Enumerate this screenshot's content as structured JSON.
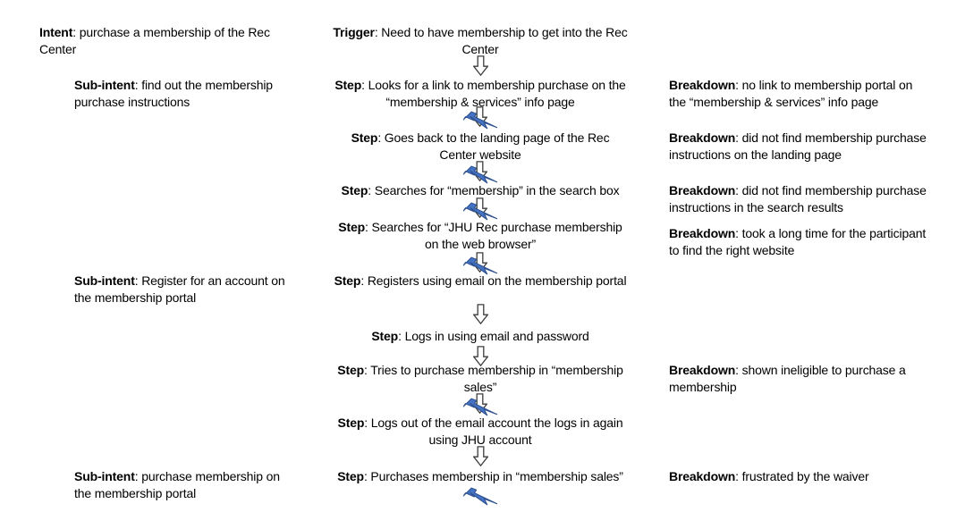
{
  "separator": ": ",
  "colors": {
    "bolt_fill": "#4472C4",
    "bolt_stroke": "#2F528F",
    "arrow_outline": "#3F3F3F",
    "text": "#000000",
    "background": "#FFFFFF"
  },
  "intent": {
    "label": "Intent",
    "text": "purchase a membership of the Rec Center"
  },
  "trigger": {
    "label": "Trigger",
    "text": "Need to have membership to get into the Rec Center"
  },
  "sub_intents": [
    {
      "label": "Sub-intent",
      "text": "find out the membership purchase instructions"
    },
    {
      "label": "Sub-intent",
      "text": "Register for an account on the membership portal"
    },
    {
      "label": "Sub-intent",
      "text": "purchase membership on the membership portal"
    }
  ],
  "steps": [
    {
      "label": "Step",
      "text": "Looks for a link to membership purchase on the “membership & services” info page",
      "connector_after": "bolt-arrow"
    },
    {
      "label": "Step",
      "text": "Goes back to the landing page of the Rec Center website",
      "connector_after": "bolt-arrow"
    },
    {
      "label": "Step",
      "text": "Searches for “membership” in the search box",
      "connector_after": "bolt-arrow"
    },
    {
      "label": "Step",
      "text": "Searches for “JHU Rec purchase membership on the web browser”",
      "connector_after": "bolt-arrow"
    },
    {
      "label": "Step",
      "text": "Registers using email on the membership portal",
      "connector_after": "arrow"
    },
    {
      "label": "Step",
      "text": "Logs in using email and password",
      "connector_after": "arrow"
    },
    {
      "label": "Step",
      "text": "Tries to purchase membership in “membership sales”",
      "connector_after": "bolt-arrow"
    },
    {
      "label": "Step",
      "text": "Logs out of the email account the logs in again using JHU account",
      "connector_after": "arrow"
    },
    {
      "label": "Step",
      "text": "Purchases membership in “membership sales”",
      "connector_after": "bolt"
    }
  ],
  "breakdowns": [
    {
      "label": "Breakdown",
      "text": "no link to membership portal on the “membership & services” info page"
    },
    {
      "label": "Breakdown",
      "text": "did not find membership purchase instructions on the landing page"
    },
    {
      "label": "Breakdown",
      "text": "did not find membership purchase instructions in the search results"
    },
    {
      "label": "Breakdown",
      "text": "took a long time for the participant to find the right website"
    },
    {
      "label": "Breakdown",
      "text": "shown ineligible to purchase a membership"
    },
    {
      "label": "Breakdown",
      "text": "frustrated by the waiver"
    }
  ],
  "icons": {
    "down_arrow": "hollow-down-arrow",
    "breakdown_bolt": "lightning-bolt"
  },
  "flow_connectors": [
    "arrow",
    "bolt-arrow",
    "bolt-arrow",
    "bolt-arrow",
    "bolt-arrow",
    "arrow",
    "arrow",
    "bolt-arrow",
    "arrow",
    "bolt"
  ]
}
